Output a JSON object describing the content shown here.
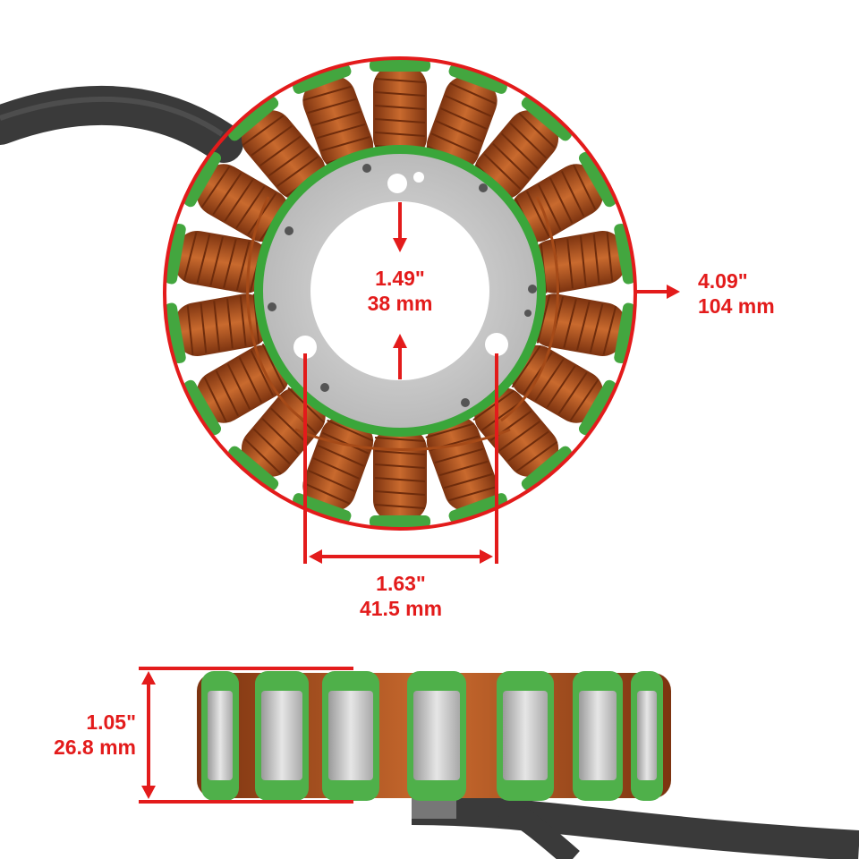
{
  "dimensions": {
    "outer_diameter": {
      "inch": "4.09\"",
      "mm": "104 mm"
    },
    "inner_diameter": {
      "inch": "1.49\"",
      "mm": "38 mm"
    },
    "bolt_spacing": {
      "inch": "1.63\"",
      "mm": "41.5 mm"
    },
    "height": {
      "inch": "1.05\"",
      "mm": "26.8 mm"
    }
  },
  "colors": {
    "dimension_red": "#e31b1b",
    "copper": "#b4551f",
    "insulation_green": "#43a63f",
    "steel_plate": "#c9c9c9",
    "cable": "#3d3d3d"
  }
}
